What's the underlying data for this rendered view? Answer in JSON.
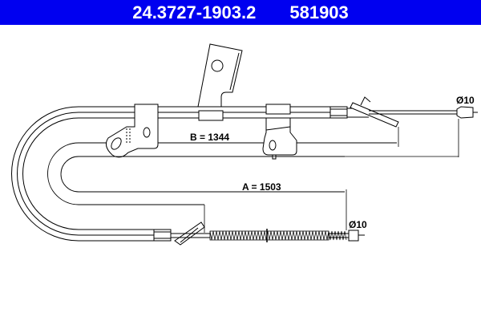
{
  "header": {
    "part_number": "24.3727-1903.2",
    "reference_number": "581903",
    "background_color": "#0000f0",
    "text_color": "#ffffff"
  },
  "diagram": {
    "subject": "parking brake cable",
    "dimensions": {
      "A": "A = 1503",
      "B": "B = 1344"
    },
    "end_fittings": {
      "top_right_diameter": "Ø10",
      "bottom_right_diameter": "Ø10"
    }
  }
}
